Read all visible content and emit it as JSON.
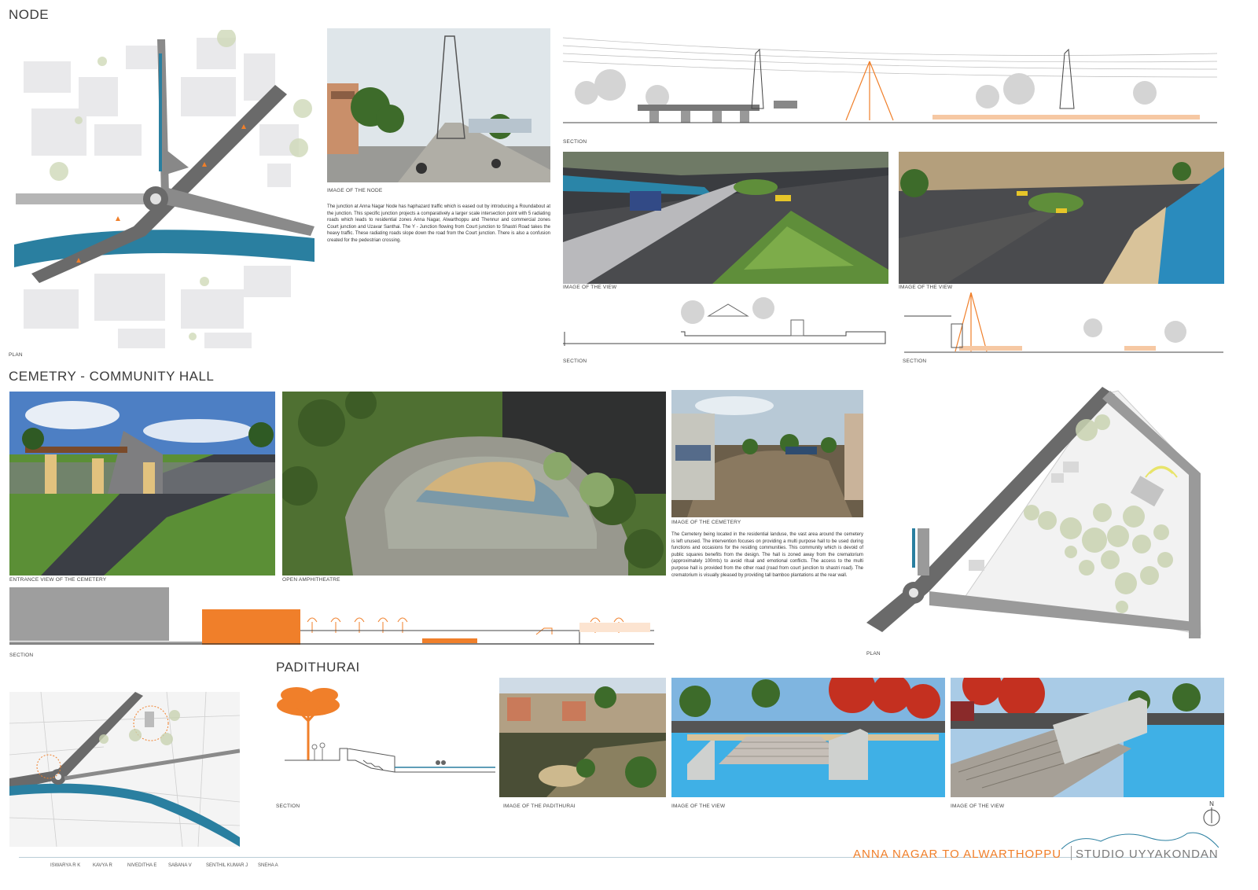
{
  "sections": {
    "node": "NODE",
    "cemetery": "CEMETRY - COMMUNITY HALL",
    "padithurai": "PADITHURAI"
  },
  "node": {
    "plan_label": "PLAN",
    "image_caption": "IMAGE OF THE NODE",
    "description": "The junction at Anna Nagar Node has haphazard traffic which is eased out by introducing a Roundabout at the junction. This specific junction projects a comparatively a larger scale intersection point with 5 radiating roads which leads to residential zones Anna Nagar, Alwarthoppu and Thennur and commercial zones Court junction and Uzavar Santhai. The Y - Junction flowing from Court junction to Shastri Road takes the heavy traffic. These radiating roads slope down the road from the Court junction. There is also a confusion created for the pedestrian crossing.",
    "section_top_label": "SECTION",
    "view1_caption": "IMAGE OF THE VIEW",
    "view2_caption": "IMAGE OF THE VIEW",
    "section_bottom_left_label": "SECTION",
    "section_bottom_right_label": "SECTION"
  },
  "cemetery": {
    "entrance_caption": "ENTRANCE VIEW OF THE CEMETERY",
    "amphi_caption": "OPEN AMPHITHEATRE",
    "photo_caption": "IMAGE OF THE CEMETERY",
    "description": "The Cemetery being located in the residential landuse, the vast area around the cemetery is left unused. The intervention focuses on providing a multi purpose hall to be used during functions and occasions for the residing communities. This community which is devoid of public squares benefits from the design. The hall is zoned away from the crematorium (approximately 100mts) to avoid ritual and emotional conflicts. The access to the multi purpose hall is provided from the other road (road from court junction to shastri road). The crematorium is visually pleased by providing tall bamboo plantations at the rear wall.",
    "section_label": "SECTION",
    "plan_label": "PLAN"
  },
  "padithurai": {
    "section_label": "SECTION",
    "photo_caption": "IMAGE OF THE PADITHURAI",
    "view1_caption": "IMAGE OF THE VIEW",
    "view2_caption": "IMAGE OF THE VIEW"
  },
  "north_label": "N",
  "footer": {
    "title": "ANNA NAGAR  TO  ALWARTHOPPU",
    "studio": "STUDIO UYYAKONDAN",
    "credits": [
      "ISWARYA R K",
      "KAVYA R",
      "NIVEDITHA E",
      "SABANA V",
      "SENTHIL KUMAR J",
      "SNEHA A"
    ]
  },
  "colors": {
    "accent": "#f07f2a",
    "water": "#2a7fa0",
    "road": "#5a5a5a",
    "grass": "#5c8a3a"
  }
}
